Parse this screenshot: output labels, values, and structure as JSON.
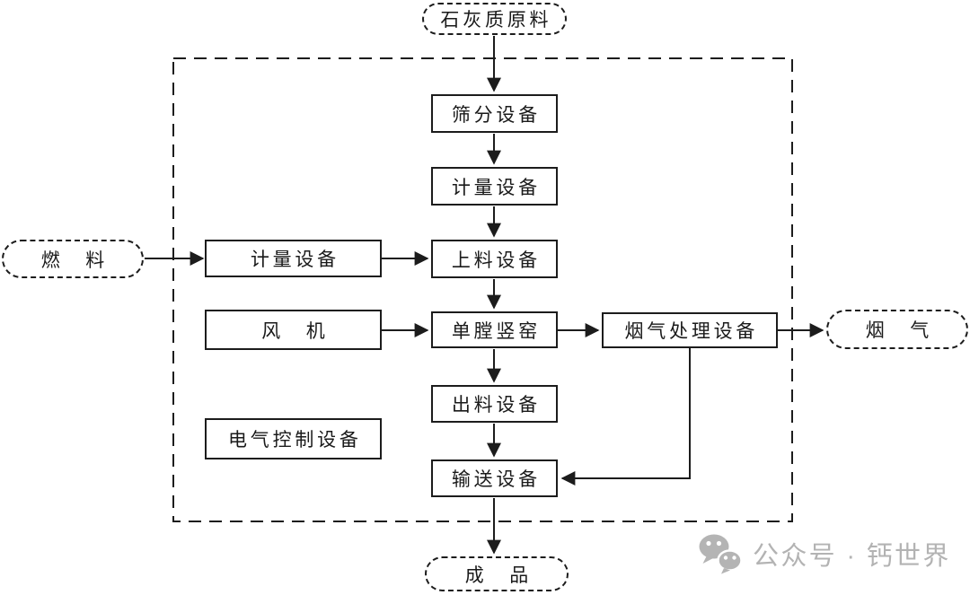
{
  "colors": {
    "line": "#1c1c1c",
    "box_border": "#1c1c1c",
    "text": "#1a1a1a",
    "watermark_gray": "#b3b3b3",
    "background": "#ffffff"
  },
  "diagram": {
    "nodes": {
      "limestone": {
        "label": "石灰质原料",
        "shape": "stadium-dashed"
      },
      "screening": {
        "label": "筛分设备",
        "shape": "rect"
      },
      "metering_main": {
        "label": "计量设备",
        "shape": "rect"
      },
      "feeding": {
        "label": "上料设备",
        "shape": "rect"
      },
      "kiln": {
        "label": "单膛竖窑",
        "shape": "rect"
      },
      "discharge": {
        "label": "出料设备",
        "shape": "rect"
      },
      "conveying": {
        "label": "输送设备",
        "shape": "rect"
      },
      "fuel": {
        "label": "燃　料",
        "shape": "stadium-dashed"
      },
      "metering_fuel": {
        "label": "计量设备",
        "shape": "rect"
      },
      "fan": {
        "label": "风　机",
        "shape": "rect"
      },
      "electrical_control": {
        "label": "电气控制设备",
        "shape": "rect"
      },
      "flue_gas_treatment": {
        "label": "烟气处理设备",
        "shape": "rect"
      },
      "flue_gas": {
        "label": "烟　气",
        "shape": "stadium-dashed"
      },
      "product": {
        "label": "成　品",
        "shape": "stadium-dashed"
      }
    },
    "edges": [
      {
        "from": "石灰质原料",
        "to": "筛分设备"
      },
      {
        "from": "筛分设备",
        "to": "计量设备"
      },
      {
        "from": "计量设备",
        "to": "上料设备"
      },
      {
        "from": "燃料",
        "to": "计量设备(燃料线)"
      },
      {
        "from": "计量设备(燃料线)",
        "to": "上料设备"
      },
      {
        "from": "上料设备",
        "to": "单膛竖窑"
      },
      {
        "from": "风机",
        "to": "单膛竖窑"
      },
      {
        "from": "单膛竖窑",
        "to": "出料设备"
      },
      {
        "from": "单膛竖窑",
        "to": "烟气处理设备"
      },
      {
        "from": "烟气处理设备",
        "to": "烟气"
      },
      {
        "from": "烟气处理设备",
        "to": "输送设备"
      },
      {
        "from": "出料设备",
        "to": "输送设备"
      },
      {
        "from": "输送设备",
        "to": "成品"
      }
    ],
    "boundary": {
      "style": "dashed-rectangle"
    }
  },
  "watermark": {
    "icon": "wechat-icon",
    "text": "公众号 · 钙世界"
  }
}
